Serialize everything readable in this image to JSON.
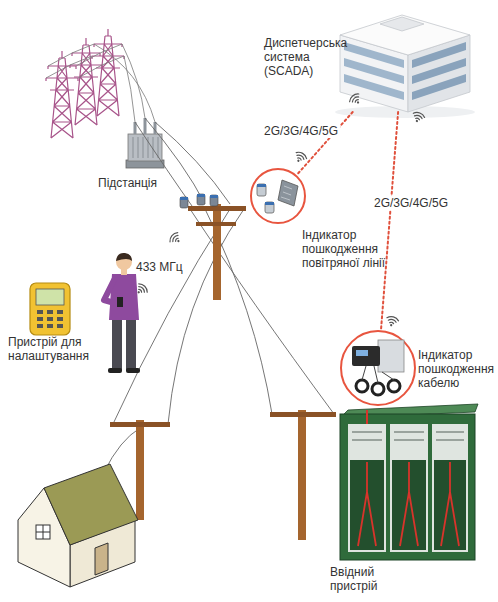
{
  "diagram": {
    "nodes": [
      {
        "text": [
          "Диспетчерська система (SCADA)"
        ]
      },
      {
        "text": [
          "Індикатор пошкодження повітряної лінії"
        ]
      },
      {
        "text": [
          "Індикатор пошкодження кабелю"
        ]
      }
    ],
    "edges": [
      {
        "from": 0,
        "to": 1,
        "arrow": "none",
        "label": "2G/3G/4G/5G"
      },
      {
        "from": 0,
        "to": 2,
        "arrow": "none",
        "label": "2G/3G/4G/5G"
      }
    ],
    "labels": [
      "Підстанція",
      "433 МГц",
      "Пристрій для налаштування",
      "Ввідний пристрій"
    ]
  }
}
